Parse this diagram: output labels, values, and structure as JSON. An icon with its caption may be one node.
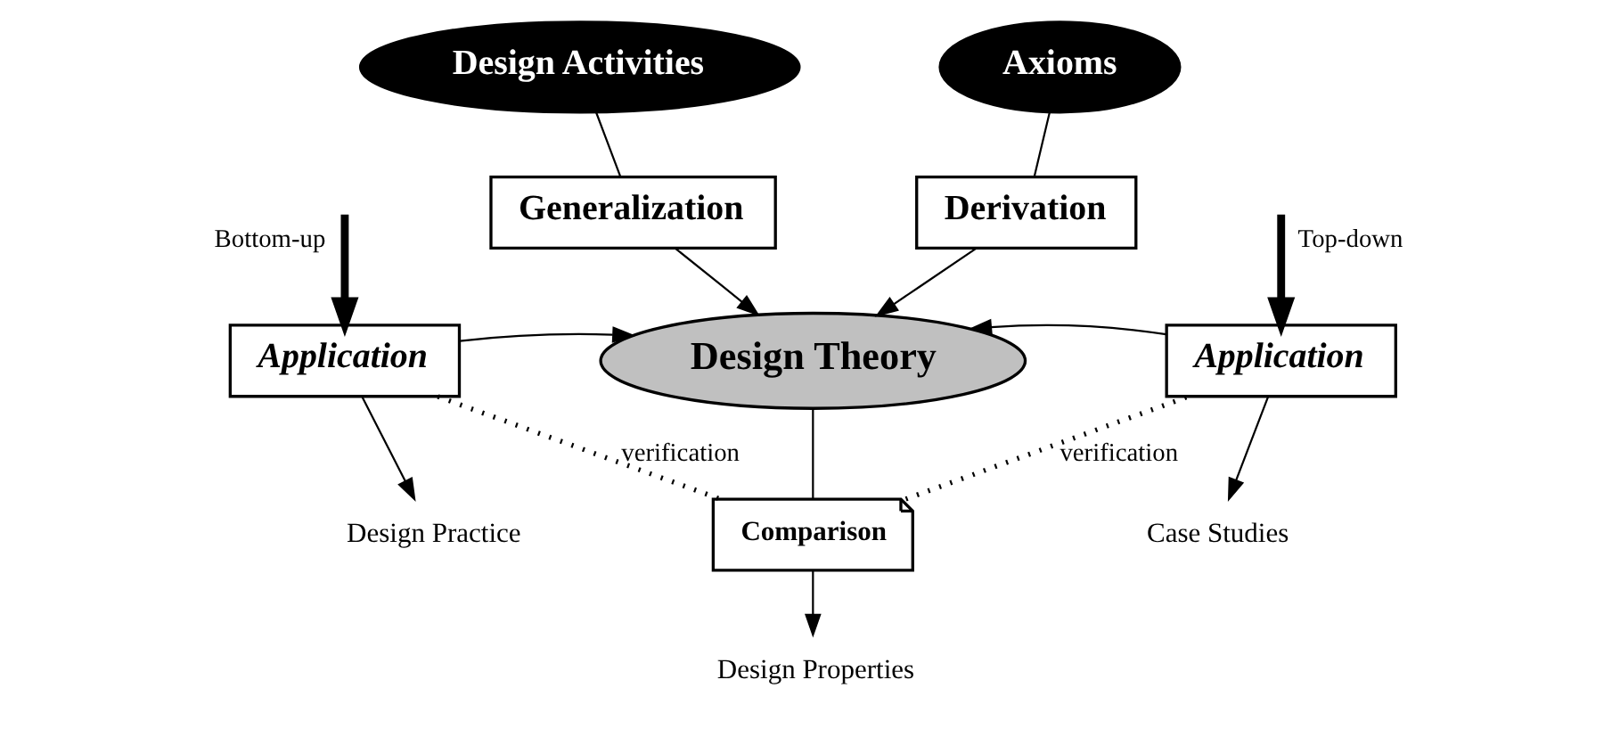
{
  "diagram": {
    "nodes": [
      {
        "text": [
          "Design Activities"
        ]
      },
      {
        "text": [
          "Generalization"
        ]
      },
      {
        "text": [
          "Axioms"
        ]
      },
      {
        "text": [
          "Derivation"
        ]
      },
      {
        "text": [
          "Design Theory"
        ]
      },
      {
        "text": [
          "Application"
        ]
      },
      {
        "text": [
          "Application"
        ]
      },
      {
        "text": [
          "Comparison"
        ]
      },
      {
        "text": [
          "Design Practice"
        ]
      },
      {
        "text": [
          "Case Studies"
        ]
      },
      {
        "text": [
          "Design Properties"
        ]
      }
    ],
    "edges": [
      {
        "from": 0,
        "to": 1,
        "arrow": "none"
      },
      {
        "from": 1,
        "to": 4,
        "arrow": "to"
      },
      {
        "from": 2,
        "to": 3,
        "arrow": "none"
      },
      {
        "from": 3,
        "to": 4,
        "arrow": "to"
      },
      {
        "from": null,
        "to": 5,
        "arrow": "to",
        "label": "Bottom-up",
        "style": "thick"
      },
      {
        "from": null,
        "to": 6,
        "arrow": "to",
        "label": "Top-down",
        "style": "thick"
      },
      {
        "from": 5,
        "to": 4,
        "arrow": "to"
      },
      {
        "from": 6,
        "to": 4,
        "arrow": "to"
      },
      {
        "from": 5,
        "to": 8,
        "arrow": "to"
      },
      {
        "from": 6,
        "to": 9,
        "arrow": "to"
      },
      {
        "from": 4,
        "to": 7,
        "arrow": "none"
      },
      {
        "from": 7,
        "to": 10,
        "arrow": "to"
      },
      {
        "from": 5,
        "to": 7,
        "arrow": "none",
        "label": "verification",
        "style": "dashed"
      },
      {
        "from": 7,
        "to": 6,
        "arrow": "none",
        "label": "verification",
        "style": "dashed"
      }
    ]
  }
}
